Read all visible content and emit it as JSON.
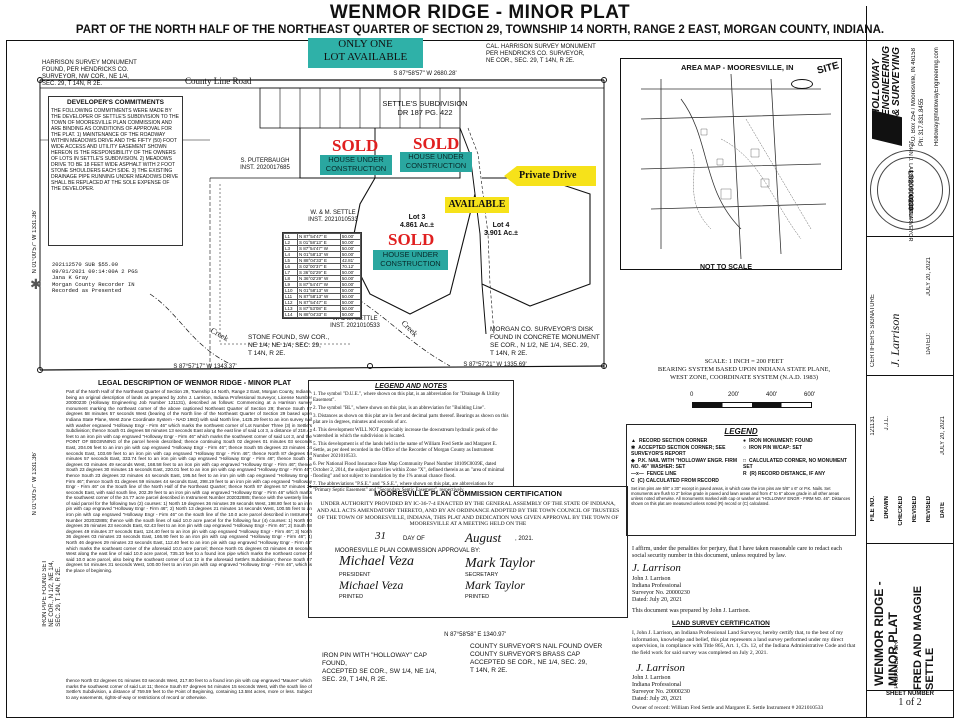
{
  "header": {
    "title": "WENMOR RIDGE - MINOR PLAT",
    "subtitle": "PART OF THE NORTH HALF OF THE NORTHEAST QUARTER OF SECTION 29, TOWNSHIP 14 NORTH, RANGE 2 EAST, MORGAN COUNTY, INDIANA."
  },
  "plat": {
    "only_one": "ONLY ONE\nLOT AVAILABLE",
    "county_line_road": "County Line Road",
    "sold1": "SOLD",
    "sold2": "SOLD",
    "sold3": "SOLD",
    "house1": "HOUSE UNDER\nCONSTRUCTION",
    "house2": "HOUSE UNDER\nCONSTRUCTION",
    "house3": "HOUSE UNDER\nCONSTRUCTION",
    "available": "AVAILABLE",
    "private_drive": "Private Drive",
    "lot3": "Lot 3\n4.861 Ac.±",
    "lot4": "Lot 4\n3.901 Ac.±",
    "settle_sub": "SETTLE'S SUBDIVISION\nDR 187 PG. 422",
    "ws_settle": "W. & M. SETTLE\nINST. 2021010533",
    "ws_settle2": "W. & M. SETTLE\nINST. 2021010533",
    "pittenbugh": "S. PUTERBAUGH\nINST. 2020017685",
    "stone_found": "STONE FOUND, SW COR.,\nNE 1/4, NE 1/4, SEC. 29,\nT 14N, R 2E.",
    "morgan_disk": "MORGAN CO. SURVEYOR'S DISK\nFOUND IN CONCRETE MONUMENT\nSE COR., N 1/2, NE 1/4, SEC. 29,\nT 14N, R 2E.",
    "harrison_nw": "HARRISON SURVEY MONUMENT\nFOUND, PER HENDRICKS CO.\nSURVEYOR, NW COR., NE 1/4,\nSEC. 29, T 14N, R 2E.",
    "harrison_ne": "CAL. HARRISON SURVEY MONUMENT\nPER HENDRICKS CO. SURVEYOR,\nNE COR., SEC. 29, T 14N, R 2E.",
    "creek1": "Creek",
    "creek2": "Creek",
    "bearing_top": "S 87°58'57\" W  2680.28'",
    "bearing_bottom": "S 87°57'17\" W  1343.37'",
    "bearing_bottom2": "S 87°57'21\" W  1335.69'",
    "bearing_lower": "N 87°58'58\" E  1340.97'",
    "pin_cap": "IRON PIN WITH \"HOLLOWAY\" CAP FOUND,\nACCEPTED SE COR., SW 1/4, NE 1/4,\nSEC. 29, T 14N, R 2E.",
    "nail_found": "COUNTY SURVEYOR'S NAIL FOUND OVER\nCOUNTY SURVEYOR'S BRASS CAP\nACCEPTED SE COR., NE 1/4, SEC. 29,\nT 14N, R 2E."
  },
  "developer": {
    "heading": "DEVELOPER'S COMMITMENTS",
    "text": "THE FOLLOWING COMMITMENTS WERE MADE BY THE DEVELOPER OF SETTLE'S SUBDIVISION TO THE TOWN OF MOORESVILLE PLAN COMMISSION AND ARE BINDING AS CONDITIONS OF APPROVAL FOR THE PLAT. 1) MAINTENANCE OF THE ROADWAY WITHIN MEADOWS DRIVE AND THE FIFTY (50) FOOT WIDE ACCESS AND UTILITY EASEMENT SHOWN HEREON IS THE RESPONSIBILITY OF THE OWNERS OF LOTS IN SETTLE'S SUBDIVISION. 2) MEADOWS DRIVE TO BE 18 FEET WIDE ASPHALT WITH 2 FOOT STONE SHOULDERS EACH SIDE. 3) THE EXISTING DRAINAGE PIPE RUNNING UNDER MEADOWS DRIVE SHALL BE REPLACED AT THE SOLE EXPENSE OF THE DEVELOPER."
  },
  "recorder": {
    "text": "202112570  SUB      $55.00\n09/01/2021 09:14:00A  2 PGS\nJana K Gray\nMorgan County Recorder IN\nRecorded as Presented"
  },
  "curve_table": {
    "rows": [
      [
        "L1",
        "N 87°54'47\" E",
        "50.00'"
      ],
      [
        "L2",
        "S 01°58'13\" E",
        "50.00'"
      ],
      [
        "L3",
        "S 87°54'47\" W",
        "50.00'"
      ],
      [
        "L4",
        "N 01°58'13\" W",
        "50.00'"
      ],
      [
        "L5",
        "N 88°04'33\" E",
        "42.81'"
      ],
      [
        "L6",
        "S 02°00'37\" E",
        "70.12'"
      ],
      [
        "L7",
        "S 36°02'29\" E",
        "50.00'"
      ],
      [
        "L8",
        "N 36°02'29\" W",
        "50.00'"
      ],
      [
        "L9",
        "S 87°54'47\" W",
        "50.00'"
      ],
      [
        "L10",
        "N 01°58'13\" W",
        "50.00'"
      ],
      [
        "L11",
        "N 87°58'13\" W",
        "50.00'"
      ],
      [
        "L12",
        "N 87°54'47\" E",
        "50.00'"
      ],
      [
        "L13",
        "S 87°53'08\" E",
        "50.00'"
      ],
      [
        "L14",
        "N 88°04'33\" E",
        "50.00'"
      ]
    ]
  },
  "legal": {
    "heading": "LEGAL DESCRIPTION OF WENMOR RIDGE - MINOR PLAT",
    "text": "Part of the North Half of the Northeast Quarter of Section 29, Township 14 North, Range 2 East, Morgan County, Indiana, being an original description of lands as prepared by John J. Larrison, Indiana Professional Surveyor, License Number 20000230 (Holloway Engineering Job Number 121131), described as follows: Commencing at a Harrison survey monument marking the northeast corner of the above captioned Northeast Quarter of Section 29; thence South 87 degrees 58 minutes 57 seconds West (bearing of the North line of the Northeast Quarter of Section 29 based upon Indiana State Plane, West Zone Coordinate System - NAD 1983) with said North line, 1425.29 feet to an iron survey nail with washer engraved \"Holloway Engr - Firm 46\" which marks the northwest corner of Lot Number Three (3) in Settle's Subdivision; thence South 01 degrees 58 minutes 13 seconds East along the east line of said Lot 3, a distance of 218.42 feet to an iron pin with cap engraved \"Holloway Engr - Firm 46\" which marks the southwest corner of said Lot 3, and the POINT OF BEGINNING of the parcel herein described; thence continuing South 02 degrees 01 minutes 03 seconds East, 204.06 feet to an iron pin with cap engraved \"Holloway Engr - Firm 46\"; thence South 55 degrees 23 minutes 34 seconds East, 103.69 feet to an iron pin with cap engraved \"Holloway Engr - Firm 46\"; thence North 87 degrees 54 minutes 57 seconds East, 333.74 feet to an iron pin with cap engraved \"Holloway Engr - Firm 46\"; thence South 16 degrees 03 minutes 49 seconds West, 168.58 feet to an iron pin with cap engraved \"Holloway Engr - Firm 46\"; thence South 23 degrees 30 minutes 15 seconds East, 220.01 feet to an iron pin with cap engraved \"Holloway Engr - Firm 46\"; thence South 23 degrees 32 minutes 44 seconds East, 195.54 feet to an iron pin with cap engraved \"Holloway Engr - Firm 46\"; thence South 01 degrees 59 minutes 44 seconds East, 298.19 feet to an iron pin with cap engraved \"Holloway Engr - Firm 46\" on the South line of the North Half of the Northeast Quarter; thence North 87 degrees 57 minutes 21 seconds East, with said south line, 202.39 feet to an iron pin with cap engraved \"Holloway Engr - Firm 46\" which marks the southwest corner of the 24.77 acre parcel described in Instrument Number 202032885; thence with the westerly lines of said parcel for the following two (2) courses: 1) North 19 degrees 36 minutes 39 seconds West, 198.80 feet to an iron pin with cap engraved \"Holloway Engr - Firm 46\"; 2) North 13 degrees 21 minutes 14 seconds West, 100.55 feet to an iron pin with cap engraved \"Holloway Engr - Firm 46\" on the south line of the 10.0 acre parcel described in Instrument Number 202032885; thence with the south lines of said 10.0 acre parcel for the following four (4) courses: 1) North 80 degrees 35 minutes 23 seconds East, 62.43 feet to an iron pin with cap engraved \"Holloway Engr - Firm 46\"; 2) South 58 degrees 49 minutes 37 seconds East, 124.40 feet to an iron pin with cap engraved \"Holloway Engr - Firm 46\"; 3) North 36 degrees 03 minutes 23 seconds East, 166.90 feet to an iron pin with cap engraved \"Holloway Engr - Firm 46\"; 4) North 46 degrees 29 minutes 23 seconds East, 112.40 feet to an iron pin with cap engraved \"Holloway Engr - Firm 46\" which marks the southeast corner of the aforesaid 10.0 acre parcel; thence North 01 degrees 03 minutes 49 seconds West along the east line of said 10.0 acre parcel, 735.10 feet to a found iron pipe which marks the northeast corner of said 10.0 acre parcel, also being the southeast corner of Lot 12 in the aforesaid Settle's Subdivision; thence South 87 degrees 54 minutes 31 seconds West, 100.00 feet to an iron pin with cap engraved \"Holloway Engr - Firm 46\", which is the place of beginning.",
    "text2": "thence North 02 degrees 01 minutes 03 seconds West, 217.80 feet to a found iron pin with cap engraved \"Maurer\" which marks the southwest corner of said Lot 11; thence South 87 degrees 54 minutes 15 seconds West, with the south line of Settle's Subdivision, a distance of 759.59 feet to the Point of Beginning, containing 13.584 acres, more or less. Subject to any easements, rights-of-way or restrictions of record or otherwise."
  },
  "notes": {
    "heading": "LEGEND AND NOTES",
    "items": [
      "1. The symbol \"D.U.E.\", where shown on this plat, is an abbreviation for \"Drainage & Utility Easement\".",
      "2. The symbol \"BL\", where shown on this plat, is an abbreviation for \"Building Line\".",
      "3. Distances as shown on this plat are in feet and decimal parts thereof. Bearings as shown on this plat are in degrees, minutes and seconds of arc.",
      "4. This development WILL NOT appreciably increase the downstream hydraulic peak of the watershed in which the subdivision is located.",
      "5. This development is of the lands held in the name of William Fred Settle and Margaret E. Settle, as per deed recorded in the Office of the Recorder of Morgan County as Instrument Number 2021010533.",
      "6. Per National Flood Insurance Rate Map Community Panel Number 18109C0039E, dated October 2, 2014, the subject parcel lies within Zone \"X\", defined therein as an \"area of minimal flooding\" and not subject to inundation by the 1% annual chance flood.",
      "7. The abbreviations \"P.S.E.\" and \"S.S.E.\", where shown on this plat, are abbreviations for \"Primary Septic Easement\" and \"Secondary Septic Easement\", respectively."
    ]
  },
  "certification": {
    "heading": "MOORESVILLE PLAN COMMISSION CERTIFICATION",
    "text": "UNDER AUTHORITY PROVIDED BY IC-36-7-4 ENACTED BY THE GENERAL ASSEMBLY OF THE STATE OF INDIANA, AND ALL ACTS AMENDATORY THERETO, AND BY AN ORDINANCE ADOPTED BY THE TOWN COUNCIL OF TRUSTEES OF THE TOWN OF MOORESVILLE, INDIANA, THIS PLAT AND DEDICATION WAS GIVEN APPROVAL BY THE TOWN OF MOORESVILLE AT A MEETING HELD ON THE",
    "day_label": "DAY OF",
    "day_value": "31",
    "month_value": "August",
    "year": ", 2021.",
    "approved": "MOORESVILLE PLAN COMMISSION APPROVAL BY:",
    "president": "PRESIDENT",
    "secretary": "SECRETARY",
    "printed1": "PRINTED",
    "printed2": "PRINTED",
    "sig_pres": "Michael Veza",
    "sig_sec": "Mark Taylor",
    "print_pres": "Michael Veza",
    "print_sec": "Mark Taylor"
  },
  "affirm": {
    "text": "I affirm, under the penalties for perjury, that I have taken reasonable care to redact each social security number in this document, unless required by law.",
    "name": "John J. Larrison",
    "title": "Indiana Professional\nSurveyor No. 20000230",
    "date": "Dated: July 20, 2021",
    "prepared": "This document was prepared by John J. Larrison."
  },
  "land_cert": {
    "heading": "LAND SURVEY CERTIFICATION",
    "text": "I, John J. Larrison, an Indiana Professional Land Surveyor, hereby certify that, to the best of my information, knowledge and belief, this plat represents a land survey performed under my direct supervision, in compliance with Title 865, Art. 1, Ch. 12, of the Indiana Administrative Code and that the field work for said survey was completed on July 2, 2021.",
    "name": "John J. Larrison",
    "title": "Indiana Professional\nSurveyor No. 20000230",
    "date": "Dated: July 20, 2021",
    "owner": "Owner of record: William Fred Settle and Margaret E. Settle  Instrument # 2021010533"
  },
  "area_map": {
    "title": "AREA MAP - MOORESVILLE, IN",
    "site": "SITE",
    "not_to_scale": "NOT TO SCALE"
  },
  "scale": {
    "text": "SCALE: 1 INCH = 200 FEET\nBEARING SYSTEM BASED UPON INDIANA STATE PLANE,\nWEST ZONE, COORDINATE SYSTEM (N.A.D. 1983)",
    "ticks": [
      "0",
      "200'",
      "400'",
      "600'"
    ]
  },
  "legend": {
    "heading": "LEGEND",
    "items": [
      "RECORD SECTION CORNER",
      "IRON MONUMENT: FOUND",
      "ACCEPTED SECTION CORNER; SEE SURVEYOR'S REPORT",
      "IRON PIN W/CAP: SET",
      "P.K. NAIL WITH \"HOLLOWAY ENGR. FIRM NO. 46\" WASHER: SET",
      "CALCULATED CORNER, NO MONUMENT SET",
      "FENCE LINE",
      "(R) RECORD DISTANCE, IF ANY",
      "(C) CALCULATED FROM RECORD"
    ],
    "note": "Set iron pins are 5/8\" x 30\" except in paved areas, in which case the iron pins are 5/8\" x 6\" or P.K. Nails. Set monuments are flush to 2\" below grade in paved and lawn areas and from 4\" to 6\" above grade in all other areas unless noted otherwise. All monuments marked with cap or washer as \"HOLLOWAY ENGR - FIRM NO. 46\". Distances shown on this plat are measured unless noted (R) record or (C) calculated."
  },
  "company": {
    "name": "HOLLOWAY\nENGINEERING\n& SURVEYING",
    "address": "P.O. Box 254 / Mooresville, IN 46158\nPh: 317.831.8455",
    "email": "Holloway@hollowayEngineering.com"
  },
  "seal": {
    "line1": "JOHN J. LARRISON",
    "line2": "No.",
    "line3": "LS20000230",
    "line4": "STATE OF",
    "line5": "INDIANA",
    "line6": "LAND SURVEYOR"
  },
  "certifier": {
    "label": "CERTIFIER'S SIGNATURE",
    "dated": "DATED:",
    "date_value": "JULY 20, 2021"
  },
  "title_block": {
    "file_no_label": "FILE NO.",
    "file_no": "121131",
    "drawn_label": "DRAWN",
    "drawn": "J.J.L.",
    "checked_label": "CHECKED",
    "revised_label1": "REVISED",
    "revised_label2": "REVISED",
    "date_label": "DATE",
    "date": "JULY 20, 2021",
    "project": "WENMOR RIDGE - MINOR PLAT",
    "prepared_for_label": "PREPARED FOR:",
    "client": "FRED AND MAGGIE SETTLE",
    "sheet_label": "SHEET NUMBER",
    "sheet": "1 of 2"
  }
}
